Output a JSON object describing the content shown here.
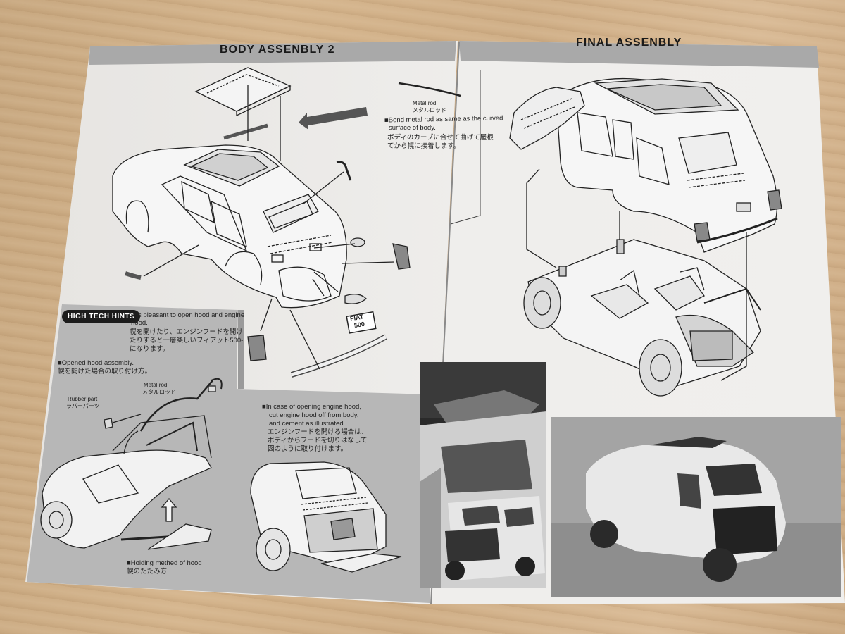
{
  "left_page": {
    "title": "BODY ASSENBLY 2",
    "metal_rod": {
      "en": "Metal rod",
      "jp": "メタルロッド"
    },
    "bend_note": {
      "en1": "■Bend metal rod as same as the curved",
      "en2": "surface of body.",
      "jp1": "ボディのカーブに合せて曲げて屋根",
      "jp2": "てから幌に接着します。"
    },
    "plate": {
      "line1": "FIAT",
      "line2": "500"
    },
    "hints": {
      "badge": "HIGH TECH HINTS",
      "en1": "It is pleasant to open hood and engine",
      "en2": "hood.",
      "jp1": "幌を開けたり、エンジンフードを開け",
      "jp2": "たりすると一層楽しいフィアット500-",
      "jp3": "になります。"
    },
    "opened_hood": {
      "en": "■Opened hood assembly.",
      "jp": "幌を開けた場合の取り付け方。"
    },
    "rubber_part": {
      "en": "Rubber part",
      "jp": "ラバーパーツ"
    },
    "metal_rod2": {
      "en": "Metal rod",
      "jp": "メタルロッド"
    },
    "engine_hood": {
      "en1": "■In case of opening engine hood,",
      "en2": "cut engine hood off from body,",
      "en3": "and cement as illustrated.",
      "jp1": "エンジンフードを開ける場合は、",
      "jp2": "ボディからフードを切りはなして",
      "jp3": "図のように取り付けます。"
    },
    "holding": {
      "en": "■Holding methed of hood",
      "jp": "幌のたたみ方"
    }
  },
  "right_page": {
    "title": "FINAL ASSENBLY"
  },
  "colors": {
    "header_gray": "#a9a9a9",
    "panel_gray": "#b9b9b9",
    "paper": "#eeecea",
    "wood": "#d0b088",
    "ink": "#1a1a1a"
  },
  "icons": [
    "arrow-left-icon",
    "arrow-up-icon"
  ]
}
